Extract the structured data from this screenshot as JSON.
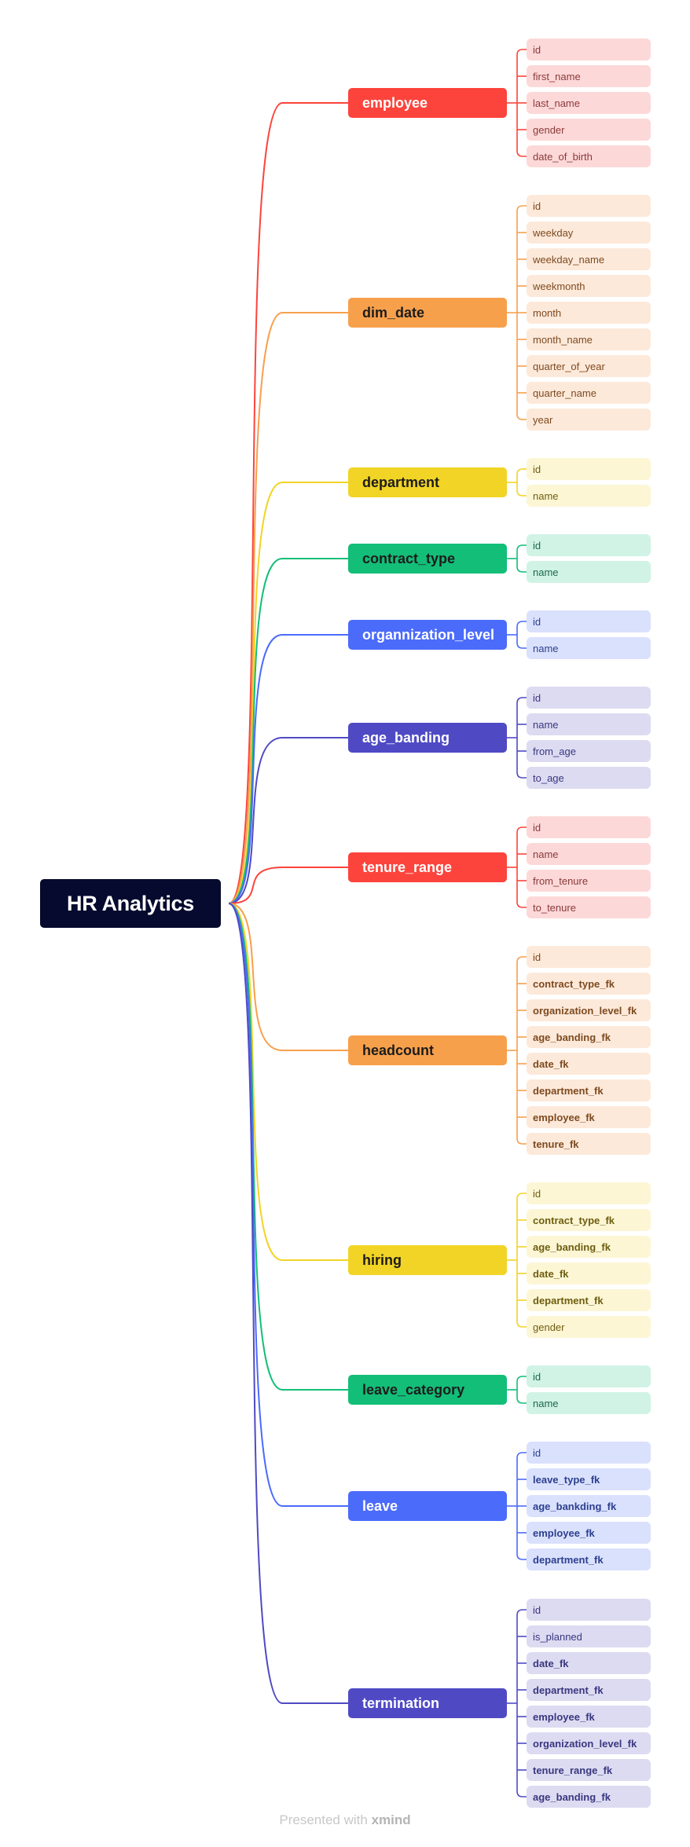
{
  "root": {
    "label": "HR Analytics"
  },
  "footer": {
    "prefix": "Presented with",
    "brand": "xmind"
  },
  "tables": [
    {
      "name": "employee",
      "color": "#fc443c",
      "fill": "#fdd8d8",
      "text": "#8a3a3a",
      "light_header": false,
      "fields": [
        {
          "name": "id",
          "fk": false
        },
        {
          "name": "first_name",
          "fk": false
        },
        {
          "name": "last_name",
          "fk": false
        },
        {
          "name": "gender",
          "fk": false
        },
        {
          "name": "date_of_birth",
          "fk": false
        }
      ]
    },
    {
      "name": "dim_date",
      "color": "#f7a04c",
      "fill": "#fde9da",
      "text": "#7d4a1f",
      "light_header": true,
      "fields": [
        {
          "name": "id",
          "fk": false
        },
        {
          "name": "weekday",
          "fk": false
        },
        {
          "name": "weekday_name",
          "fk": false
        },
        {
          "name": "weekmonth",
          "fk": false
        },
        {
          "name": "month",
          "fk": false
        },
        {
          "name": "month_name",
          "fk": false
        },
        {
          "name": "quarter_of_year",
          "fk": false
        },
        {
          "name": "quarter_name",
          "fk": false
        },
        {
          "name": "year",
          "fk": false
        }
      ]
    },
    {
      "name": "department",
      "color": "#f2d426",
      "fill": "#fdf6d5",
      "text": "#6e5e10",
      "light_header": true,
      "fields": [
        {
          "name": "id",
          "fk": false
        },
        {
          "name": "name",
          "fk": false
        }
      ]
    },
    {
      "name": "contract_type",
      "color": "#13be78",
      "fill": "#d0f3e5",
      "text": "#1b6a48",
      "light_header": true,
      "fields": [
        {
          "name": "id",
          "fk": false
        },
        {
          "name": "name",
          "fk": false
        }
      ]
    },
    {
      "name": "organnization_level",
      "color": "#4b6bfb",
      "fill": "#dae1fd",
      "text": "#2d3f8f",
      "light_header": false,
      "fields": [
        {
          "name": "id",
          "fk": false
        },
        {
          "name": "name",
          "fk": false
        }
      ]
    },
    {
      "name": "age_banding",
      "color": "#4f4ac4",
      "fill": "#dcdbf1",
      "text": "#3a3780",
      "light_header": false,
      "fields": [
        {
          "name": "id",
          "fk": false
        },
        {
          "name": "name",
          "fk": false
        },
        {
          "name": "from_age",
          "fk": false
        },
        {
          "name": "to_age",
          "fk": false
        }
      ]
    },
    {
      "name": "tenure_range",
      "color": "#fc443c",
      "fill": "#fdd8d8",
      "text": "#8a3a3a",
      "light_header": false,
      "fields": [
        {
          "name": "id",
          "fk": false
        },
        {
          "name": "name",
          "fk": false
        },
        {
          "name": "from_tenure",
          "fk": false
        },
        {
          "name": "to_tenure",
          "fk": false
        }
      ]
    },
    {
      "name": "headcount",
      "color": "#f7a04c",
      "fill": "#fde9da",
      "text": "#7d4a1f",
      "light_header": true,
      "fields": [
        {
          "name": "id",
          "fk": false
        },
        {
          "name": "contract_type_fk",
          "fk": true
        },
        {
          "name": "organization_level_fk",
          "fk": true
        },
        {
          "name": "age_banding_fk",
          "fk": true
        },
        {
          "name": "date_fk",
          "fk": true
        },
        {
          "name": "department_fk",
          "fk": true
        },
        {
          "name": "employee_fk",
          "fk": true
        },
        {
          "name": "tenure_fk",
          "fk": true
        }
      ]
    },
    {
      "name": "hiring",
      "color": "#f2d426",
      "fill": "#fdf6d5",
      "text": "#6e5e10",
      "light_header": true,
      "fields": [
        {
          "name": "id",
          "fk": false
        },
        {
          "name": "contract_type_fk",
          "fk": true
        },
        {
          "name": "age_banding_fk",
          "fk": true
        },
        {
          "name": "date_fk",
          "fk": true
        },
        {
          "name": "department_fk",
          "fk": true
        },
        {
          "name": "gender",
          "fk": false
        }
      ]
    },
    {
      "name": "leave_category",
      "color": "#13be78",
      "fill": "#d0f3e5",
      "text": "#1b6a48",
      "light_header": true,
      "fields": [
        {
          "name": "id",
          "fk": false
        },
        {
          "name": "name",
          "fk": false
        }
      ]
    },
    {
      "name": "leave",
      "color": "#4b6bfb",
      "fill": "#dae1fd",
      "text": "#2d3f8f",
      "light_header": false,
      "fields": [
        {
          "name": "id",
          "fk": false
        },
        {
          "name": "leave_type_fk",
          "fk": true
        },
        {
          "name": "age_bankding_fk",
          "fk": true
        },
        {
          "name": "employee_fk",
          "fk": true
        },
        {
          "name": "department_fk",
          "fk": true
        }
      ]
    },
    {
      "name": "termination",
      "color": "#4f4ac4",
      "fill": "#dcdbf1",
      "text": "#3a3780",
      "light_header": false,
      "fields": [
        {
          "name": "id",
          "fk": false
        },
        {
          "name": "is_planned",
          "fk": false
        },
        {
          "name": "date_fk",
          "fk": true
        },
        {
          "name": "department_fk",
          "fk": true
        },
        {
          "name": "employee_fk",
          "fk": true
        },
        {
          "name": "organization_level_fk",
          "fk": true
        },
        {
          "name": "tenure_range_fk",
          "fk": true
        },
        {
          "name": "age_banding_fk",
          "fk": true
        }
      ]
    }
  ]
}
